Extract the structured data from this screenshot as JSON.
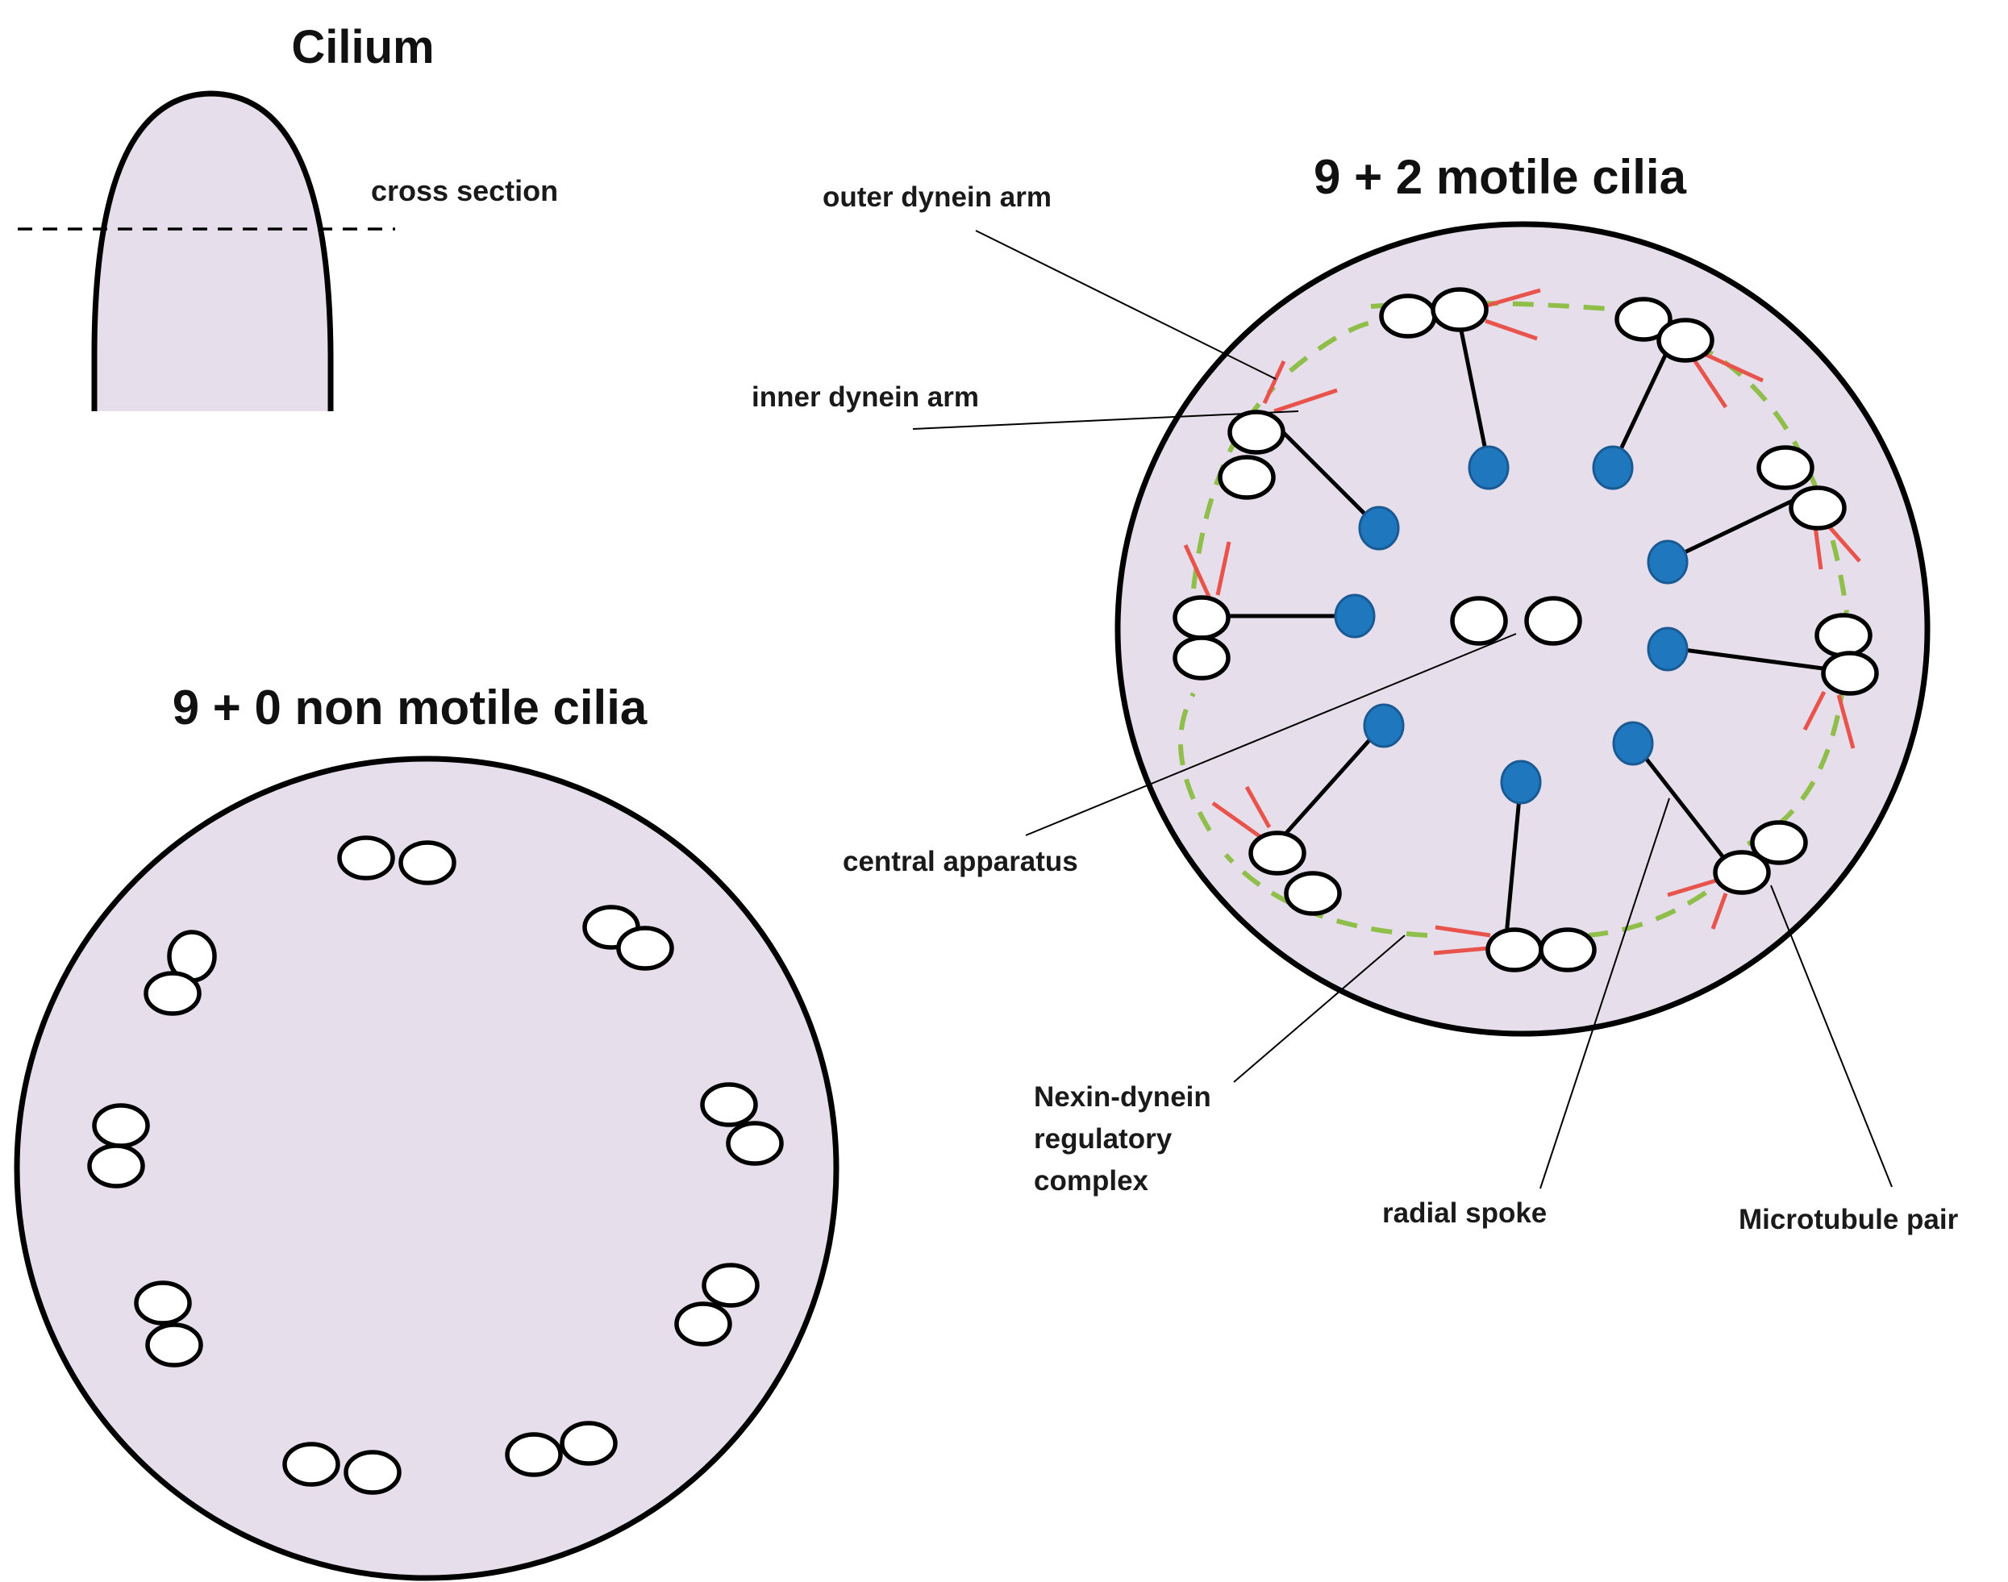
{
  "cilium": {
    "title": "Cilium",
    "cross_section_label": "cross section"
  },
  "motile": {
    "title": "9 + 2 motile cilia",
    "labels": {
      "outer_dynein_arm": "outer dynein arm",
      "inner_dynein_arm": "inner dynein arm",
      "central_apparatus": "central apparatus",
      "nexin_line1": "Nexin-dynein",
      "nexin_line2": "regulatory",
      "nexin_line3": "complex",
      "radial_spoke": "radial spoke",
      "microtubule_pair": "Microtubule pair"
    }
  },
  "nonmotile": {
    "title": "9 + 0 non motile cilia"
  },
  "colors": {
    "membrane_fill": "#e6dfeb",
    "dynein_arm": "#e8534c",
    "nexin_link": "#8fbf4a",
    "spoke_head": "#1f78bd"
  }
}
